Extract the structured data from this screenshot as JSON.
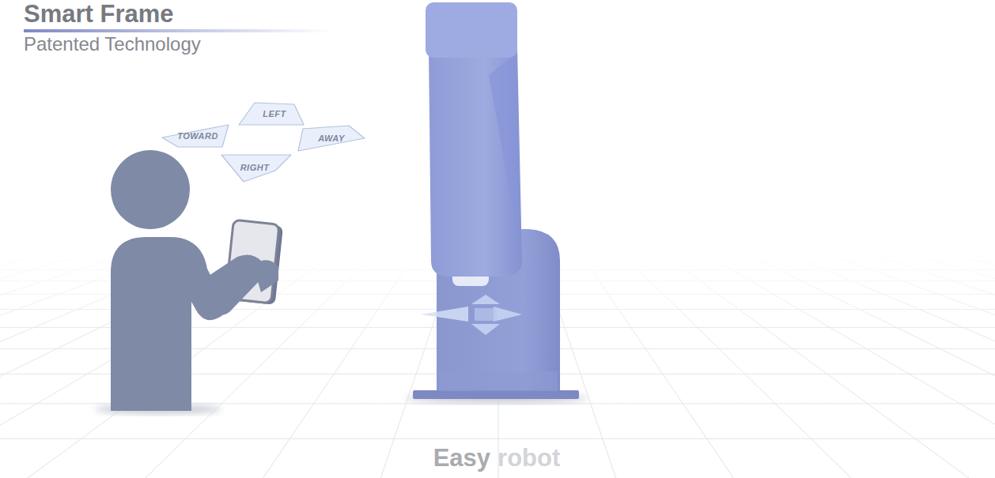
{
  "diagram": {
    "title": "Smart Frame",
    "nodes": [
      {
        "text": [
          "LEFT"
        ]
      },
      {
        "text": [
          "TOWARD"
        ]
      },
      {
        "text": [
          "AWAY"
        ]
      },
      {
        "text": [
          "RIGHT"
        ]
      }
    ],
    "labels": [
      "Patented Technology",
      "Easy",
      "robot"
    ]
  }
}
